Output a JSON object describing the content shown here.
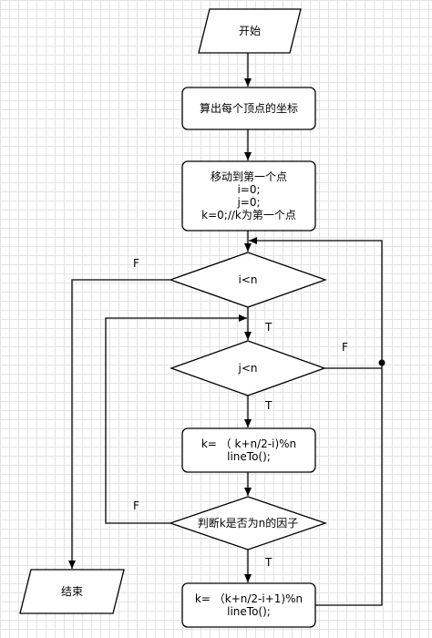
{
  "flowchart": {
    "start": {
      "label": "开始"
    },
    "compute": {
      "label": "算出每个顶点的坐标"
    },
    "init": {
      "lines": [
        "移动到第一个点",
        "i=0;",
        "j=0;",
        "k=0;//k为第一个点"
      ]
    },
    "cond_i": {
      "label": "i<n"
    },
    "cond_j": {
      "label": "j<n"
    },
    "step1": {
      "lines": [
        "k= （ k+n/2-i)%n",
        "lineTo();"
      ]
    },
    "check": {
      "label": "判断k是否为n的因子"
    },
    "step2": {
      "lines": [
        "k= （k+n/2-i+1)%n",
        "lineTo();"
      ]
    },
    "end": {
      "label": "结束"
    },
    "edge_labels": {
      "i_false": "F",
      "j_true": "T",
      "j_false": "F",
      "j_true_down": "T",
      "check_false": "F",
      "check_true": "T"
    }
  }
}
